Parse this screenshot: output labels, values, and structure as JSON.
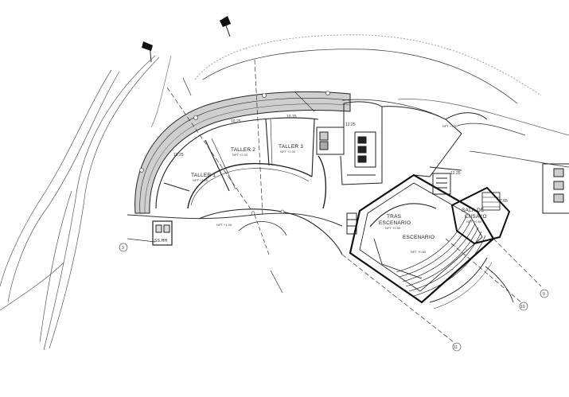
{
  "plan": {
    "rooms": {
      "taller_1": "TALLER 1",
      "taller_2": "TALLER 2",
      "taller_3": "TALLER 3",
      "tras_escenario_line1": "TRAS",
      "tras_escenario_line2": "ESCENARIO",
      "escenario": "ESCENARIO",
      "sala_ensayo_line1": "SALA DE",
      "sala_ensayo_line2": "ENSAYO",
      "ss_hh": "SS.HH"
    },
    "levels": {
      "taller_1": "NPT +1.00",
      "taller_2": "NPT +2.00",
      "taller_3": "NPT +2.00",
      "corridor": "NPT +1.00",
      "tras_escenario": "NPT +0.50",
      "escenario": "NPT +0.60",
      "sala_ensayo": "NPT +0.60",
      "top_right": "NPT +1.50"
    },
    "dimensions": {
      "d1": "10.25",
      "d2": "10.15",
      "d3": "12.25",
      "d4": "10.25",
      "d5": "12.25",
      "d6": "7.65"
    },
    "grid_bubbles": {
      "b3": "3",
      "b9": "9",
      "b10": "10",
      "b11": "11"
    },
    "colors": {
      "line": "#1a1a1a",
      "faint_line": "#9a9a9a",
      "hatch": "#bdbdbd",
      "paper": "#ffffff"
    }
  }
}
